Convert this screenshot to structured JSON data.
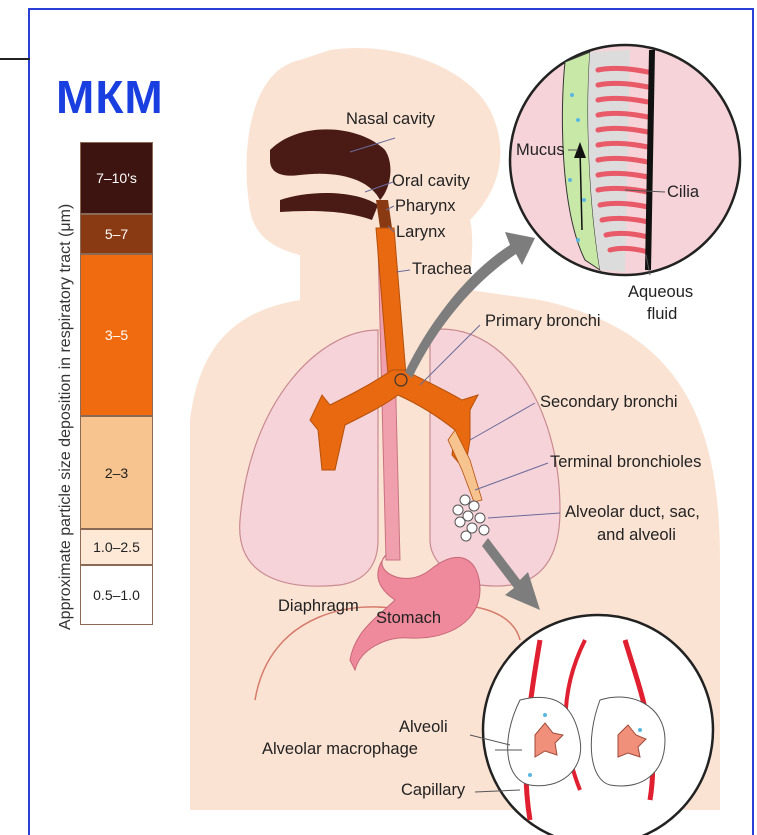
{
  "unit_label": "МКМ",
  "scale_title": "Approximate particle size deposition in respiratory tract (μm)",
  "size_bands": [
    {
      "label": "7–10's",
      "color": "#3d1410",
      "text_color": "#ffffff"
    },
    {
      "label": "5–7",
      "color": "#8a3a12",
      "text_color": "#ffffff"
    },
    {
      "label": "3–5",
      "color": "#f06a0f",
      "text_color": "#ffffff"
    },
    {
      "label": "2–3",
      "color": "#f7c38e",
      "text_color": "#222222"
    },
    {
      "label": "1.0–2.5",
      "color": "#fde9d6",
      "text_color": "#222222"
    },
    {
      "label": "0.5–1.0",
      "color": "#ffffff",
      "text_color": "#222222"
    }
  ],
  "anatomy_labels": {
    "nasal_cavity": "Nasal cavity",
    "oral_cavity": "Oral cavity",
    "pharynx": "Pharynx",
    "larynx": "Larynx",
    "trachea": "Trachea",
    "primary_bronchi": "Primary bronchi",
    "secondary_bronchi": "Secondary bronchi",
    "terminal_bronchioles": "Terminal bronchioles",
    "alveolar_duct_line1": "Alveolar duct, sac,",
    "alveolar_duct_line2": "and alveoli",
    "diaphragm": "Diaphragm",
    "stomach": "Stomach"
  },
  "cilia_inset": {
    "mucus": "Mucus",
    "cilia": "Cilia",
    "aqueous_line1": "Aqueous",
    "aqueous_line2": "fluid"
  },
  "alveoli_inset": {
    "alveoli": "Alveoli",
    "alveolar_macrophage": "Alveolar macrophage",
    "capillary": "Capillary"
  },
  "colors": {
    "frame": "#2a3fd6",
    "body_skin": "#fbe3d3",
    "lung": "#f6d3d8",
    "airway": "#e8690f",
    "stomach": "#ee8a9b"
  }
}
